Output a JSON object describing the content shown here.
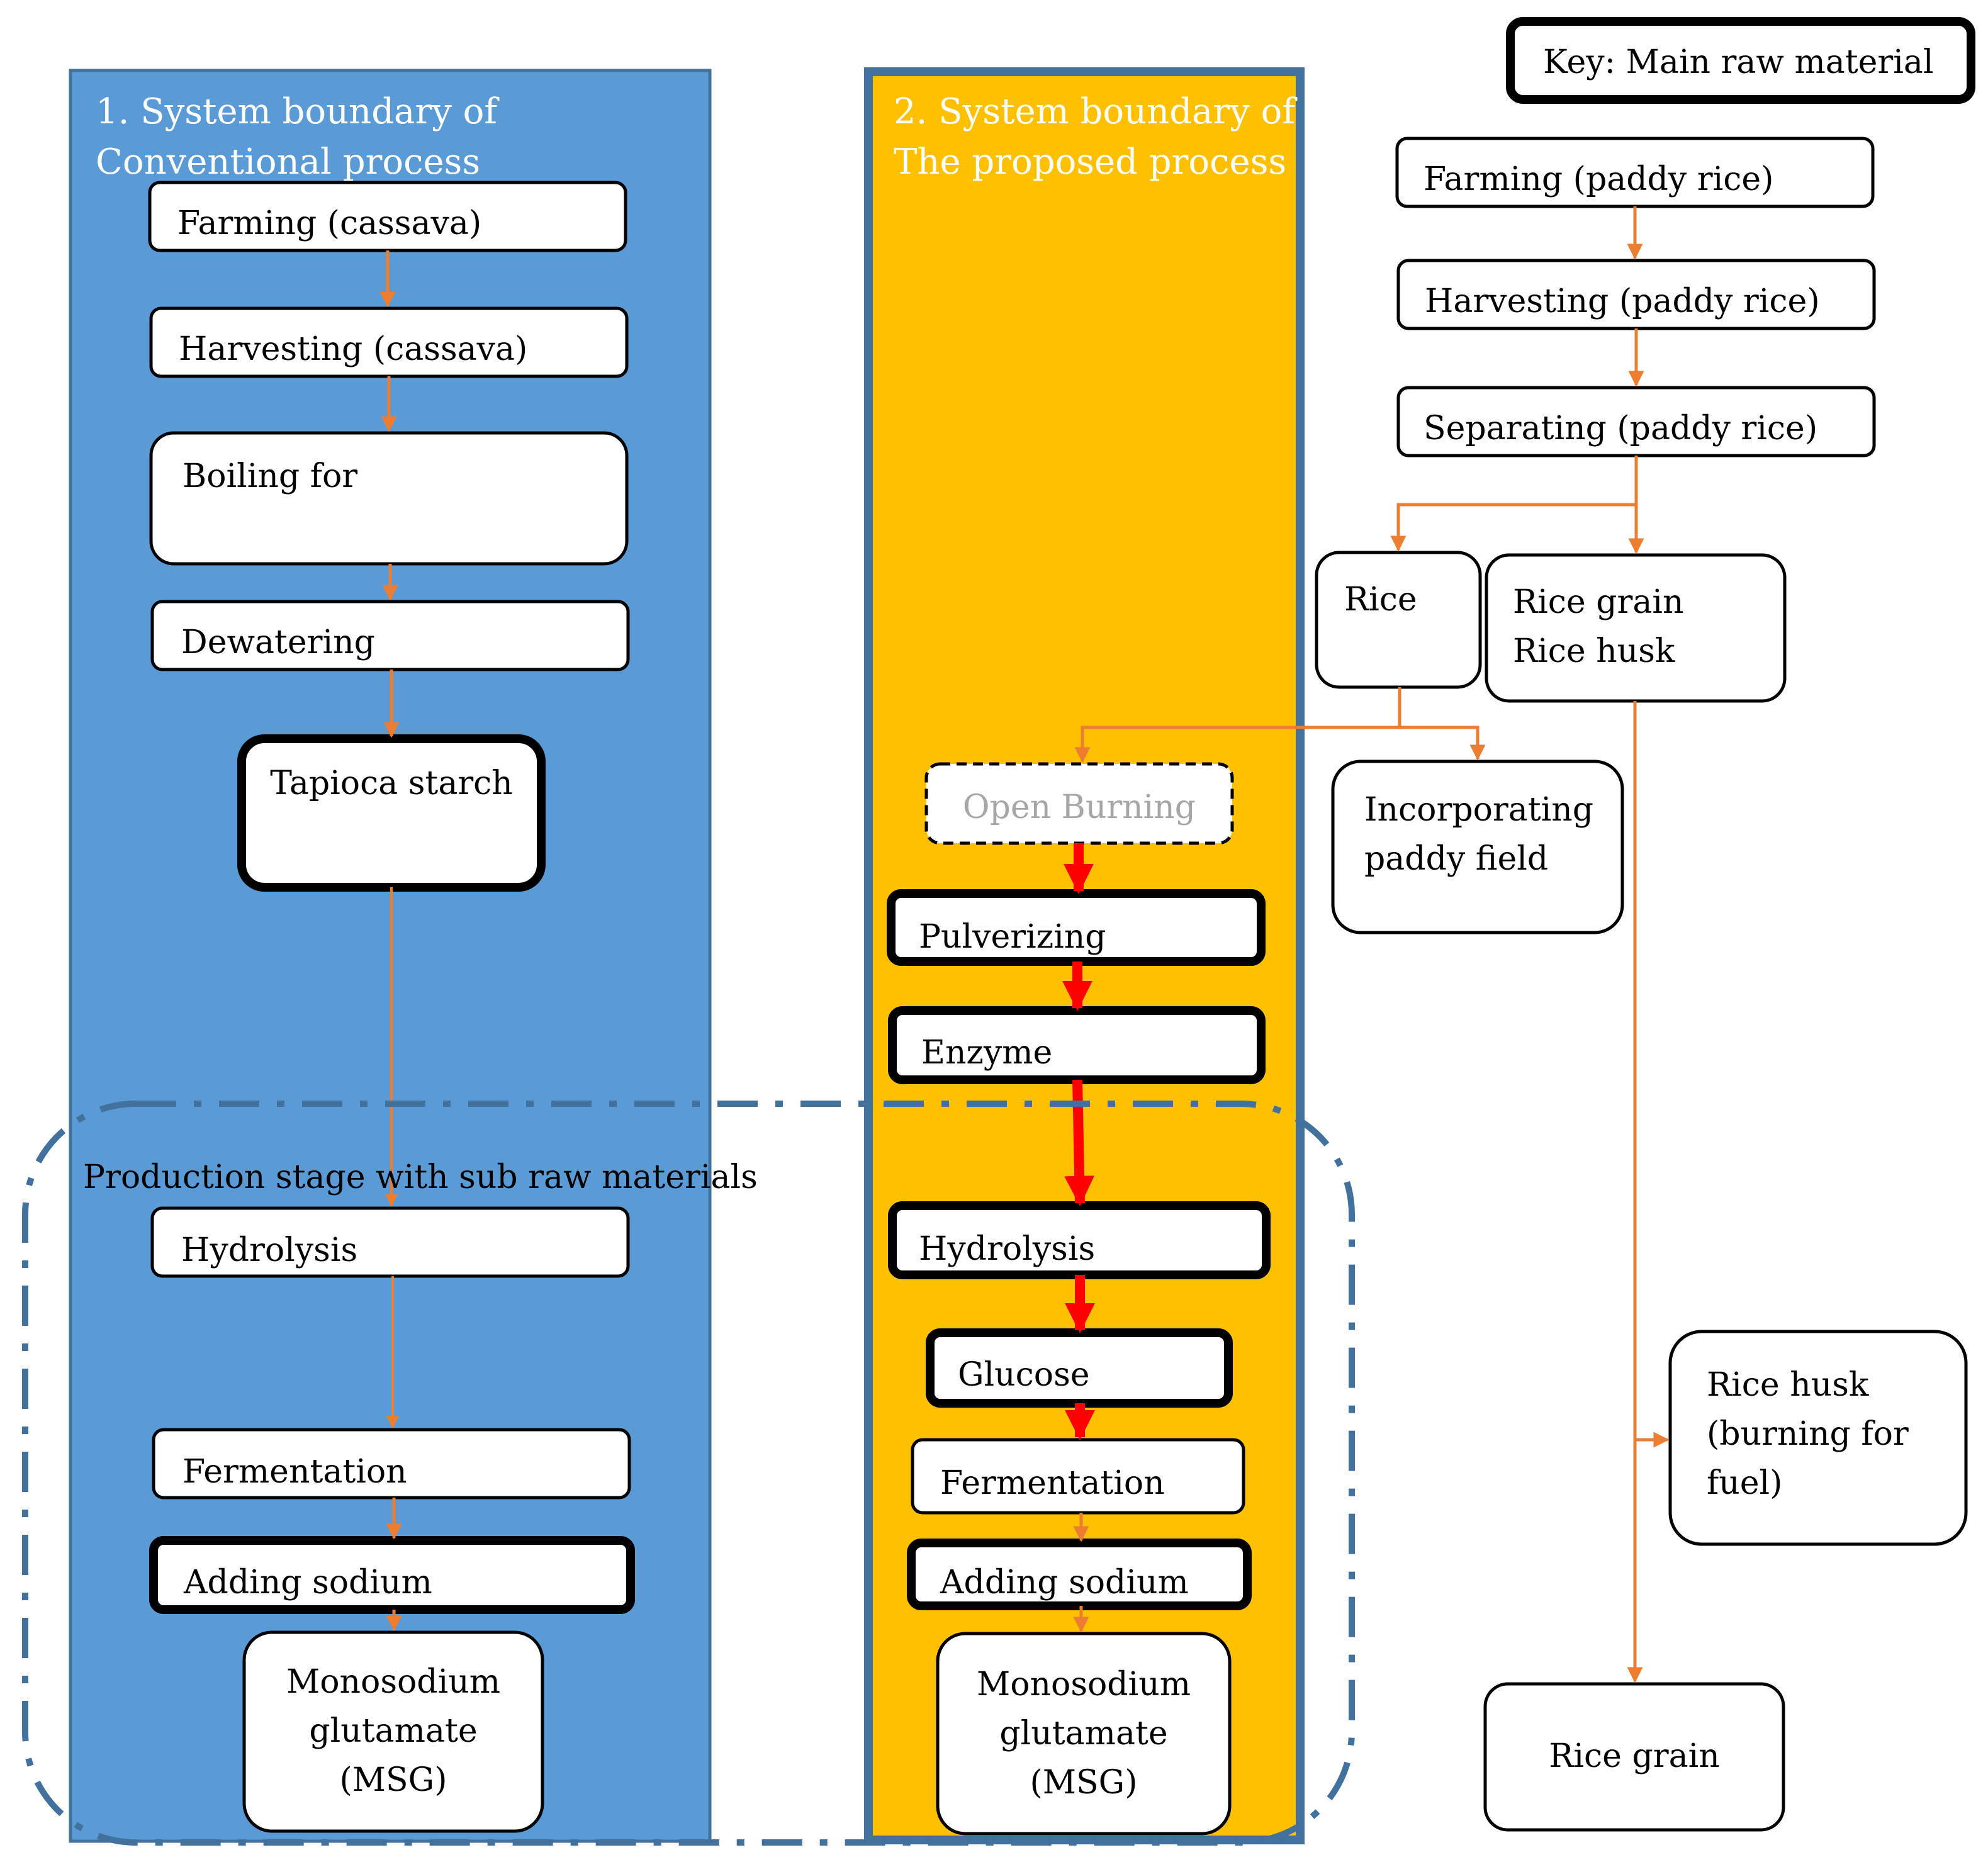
{
  "colors": {
    "conventional_panel": "#5b9bd5",
    "proposed_panel": "#ffc000",
    "panel_border": "#41719c",
    "flow_arrow": "#ed7d31",
    "main_arrow": "#ff0000",
    "open_burning_text": "#a6a6a6"
  },
  "key": {
    "label": "Key: Main raw material"
  },
  "conventional": {
    "title": "1. System boundary of\n    Conventional process",
    "steps": {
      "farming": "Farming (cassava)",
      "harvesting": "Harvesting (cassava)",
      "boiling": "Boiling for",
      "dewatering": "Dewatering",
      "tapioca": "Tapioca starch",
      "hydrolysis": "Hydrolysis",
      "fermentation": "Fermentation",
      "adding_sodium": "Adding sodium",
      "msg": "Monosodium\nglutamate\n(MSG)"
    }
  },
  "production_stage": {
    "label": "Production stage with sub raw materials"
  },
  "proposed": {
    "title": "2. System boundary of\nThe proposed process",
    "steps": {
      "open_burning": "Open Burning",
      "pulverizing": "Pulverizing",
      "enzyme": "Enzyme",
      "hydrolysis": "Hydrolysis",
      "glucose": "Glucose",
      "fermentation": "Fermentation",
      "adding_sodium": "Adding sodium",
      "msg": "Monosodium\nglutamate\n(MSG)"
    }
  },
  "rice": {
    "farming": "Farming (paddy rice)",
    "harvesting": "Harvesting (paddy rice)",
    "separating": "Separating (paddy rice)",
    "rice": "Rice",
    "grain_husk": "Rice grain\nRice husk",
    "incorporating": "Incorporating\npaddy field",
    "husk_fuel": "Rice husk\n(burning for\nfuel)",
    "rice_grain": "Rice grain"
  }
}
